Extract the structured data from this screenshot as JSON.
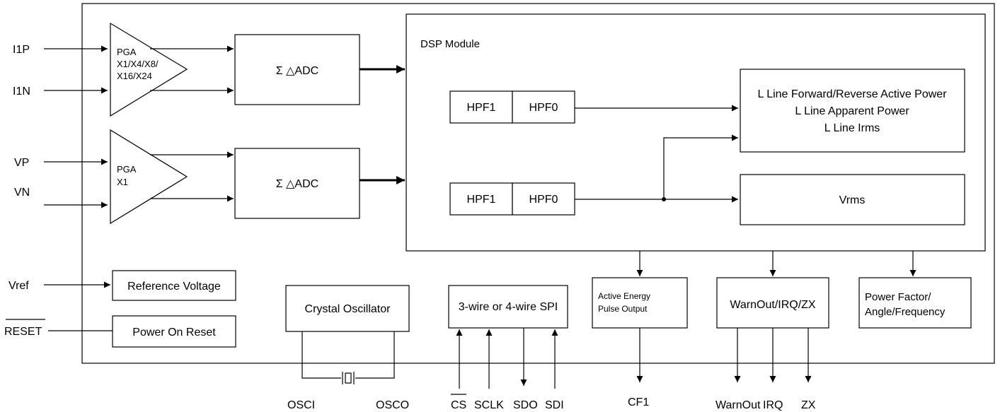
{
  "pins": {
    "i1p": "I1P",
    "i1n": "I1N",
    "vp": "VP",
    "vn": "VN",
    "vref": "Vref",
    "reset": "RESET",
    "osci": "OSCI",
    "osco": "OSCO",
    "cs": "CS",
    "sclk": "SCLK",
    "sdo": "SDO",
    "sdi": "SDI",
    "cf1": "CF1",
    "warnout": "WarnOut",
    "irq": "IRQ",
    "zx": "ZX"
  },
  "pga1": {
    "title": "PGA",
    "line1": "X1/X4/X8/",
    "line2": "X16/X24"
  },
  "pga2": {
    "title": "PGA",
    "line1": "X1"
  },
  "adc1": {
    "label": "Σ △ADC"
  },
  "adc2": {
    "label": "Σ △ADC"
  },
  "dsp": {
    "title": "DSP Module",
    "hpf_a1": "HPF1",
    "hpf_a0": "HPF0",
    "hpf_b1": "HPF1",
    "hpf_b0": "HPF0",
    "power_line1": "L Line Forward/Reverse Active Power",
    "power_line2": "L Line Apparent Power",
    "power_line3": "L Line Irms",
    "vrms": "Vrms"
  },
  "blocks": {
    "reference_voltage": "Reference Voltage",
    "power_on_reset": "Power On Reset",
    "crystal_oscillator": "Crystal Oscillator",
    "spi": "3-wire or 4-wire SPI",
    "energy_line1": "Active Energy",
    "energy_line2": "Pulse Output",
    "warn": "WarnOut/IRQ/ZX",
    "pf_line1": "Power Factor/",
    "pf_line2": "Angle/Frequency"
  }
}
